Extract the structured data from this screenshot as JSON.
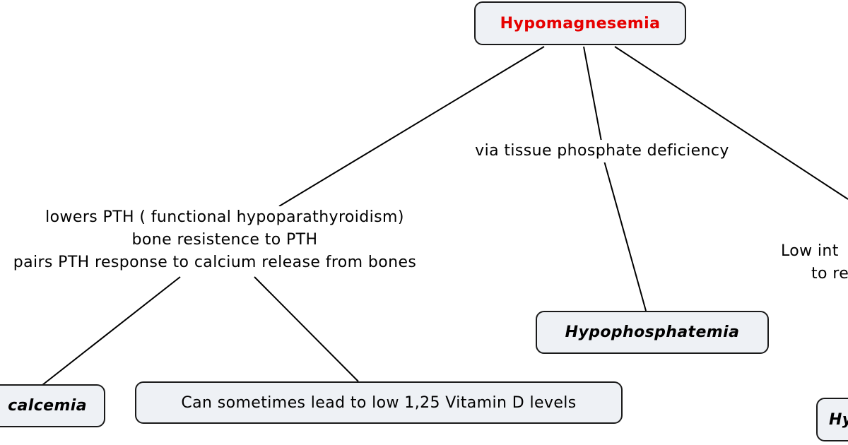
{
  "colors": {
    "root_text": "#e60000",
    "node_fill": "#eef1f5",
    "border": "#1a1a1a",
    "line": "#000000",
    "background": "#ffffff"
  },
  "nodes": {
    "root": "Hypomagnesemia",
    "hypocalcemia_partial": "calcemia",
    "vitamin_d": "Can sometimes lead to low 1,25 Vitamin D levels",
    "hypophosphatemia": "Hypophosphatemia",
    "right_partial": "Hy"
  },
  "links": {
    "pth": [
      "lowers PTH ( functional hypoparathyroidism)",
      "bone resistence to PTH",
      "pairs PTH response to calcium release from bones"
    ],
    "phosphate": "via tissue phosphate deficiency",
    "right": [
      "Low int",
      "to re"
    ]
  }
}
